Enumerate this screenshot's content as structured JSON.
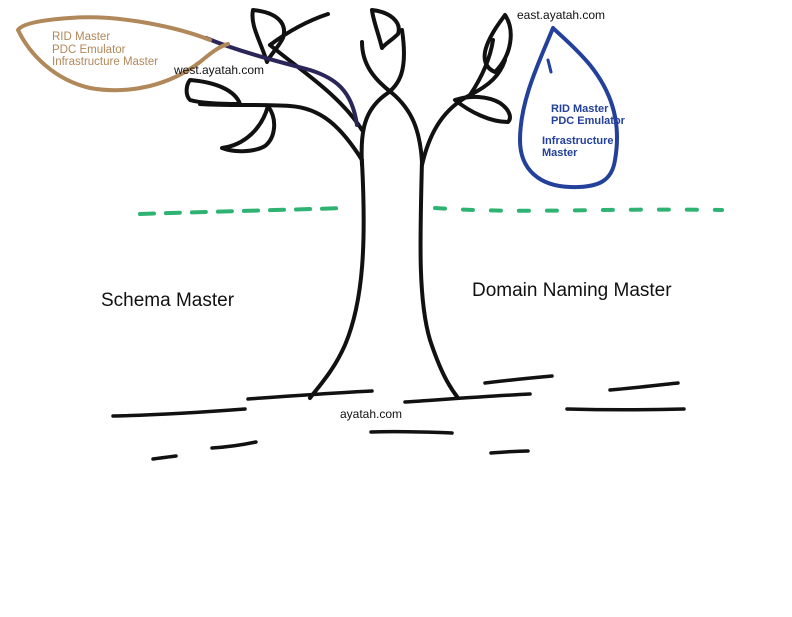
{
  "colors": {
    "ink": "#111111",
    "west_leaf": "#b0885a",
    "west_branch": "#2a2657",
    "east_leaf": "#23409a",
    "ground_line": "#2fb372"
  },
  "labels": {
    "west_domain": "west.ayatah.com",
    "east_domain": "east.ayatah.com",
    "root_domain": "ayatah.com",
    "left_role": "Schema Master",
    "right_role": "Domain Naming Master"
  },
  "west_leaf_roles": [
    "RID Master",
    "PDC Emulator",
    "Infrastructure Master"
  ],
  "east_leaf_roles": [
    "RID Master",
    "PDC Emulator",
    "Infrastructure",
    "Master"
  ]
}
